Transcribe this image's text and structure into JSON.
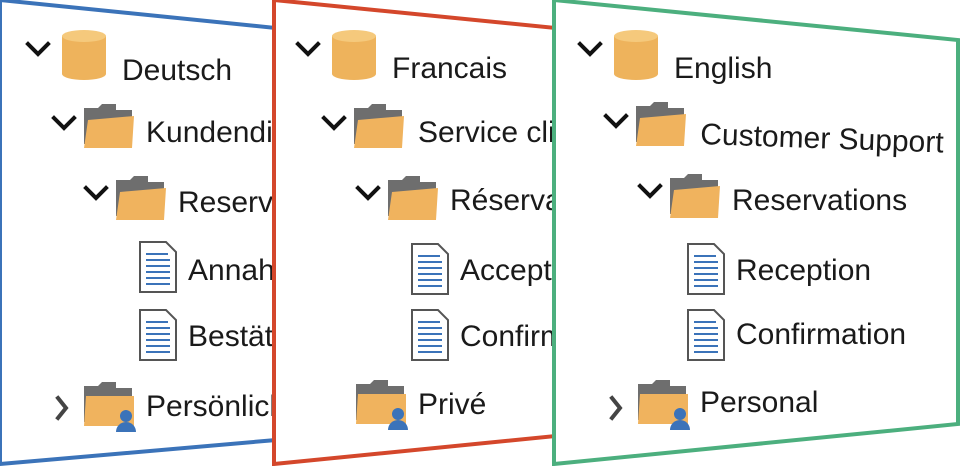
{
  "colors": {
    "frame_de": "#3b73b9",
    "frame_fr": "#d4472b",
    "frame_en": "#4caf7e",
    "folder_front": "#f0b35e",
    "folder_back": "#6e6e6e",
    "database": "#eeb35c",
    "doc_lines": "#3b73b9",
    "user": "#3b73b9"
  },
  "panels": [
    {
      "id": "de",
      "items": [
        {
          "label": "Deutsch",
          "icon": "database-icon",
          "expander": "chevron-down-icon"
        },
        {
          "label": "Kundendienst",
          "icon": "folder-icon",
          "expander": "chevron-down-icon"
        },
        {
          "label": "Reservierungen",
          "icon": "folder-icon",
          "expander": "chevron-down-icon"
        },
        {
          "label": "Annahme",
          "icon": "document-icon",
          "expander": ""
        },
        {
          "label": "Bestätigung",
          "icon": "document-icon",
          "expander": ""
        },
        {
          "label": "Persönlich",
          "icon": "user-folder-icon",
          "expander": "chevron-right-icon"
        }
      ]
    },
    {
      "id": "fr",
      "items": [
        {
          "label": "Francais",
          "icon": "database-icon",
          "expander": "chevron-down-icon"
        },
        {
          "label": "Service client",
          "icon": "folder-icon",
          "expander": "chevron-down-icon"
        },
        {
          "label": "Réservations",
          "icon": "folder-icon",
          "expander": "chevron-down-icon"
        },
        {
          "label": "Acceptation",
          "icon": "document-icon",
          "expander": ""
        },
        {
          "label": "Confirmation",
          "icon": "document-icon",
          "expander": ""
        },
        {
          "label": "Privé",
          "icon": "user-folder-icon",
          "expander": ""
        }
      ]
    },
    {
      "id": "en",
      "items": [
        {
          "label": "English",
          "icon": "database-icon",
          "expander": "chevron-down-icon"
        },
        {
          "label": "Customer Support",
          "icon": "folder-icon",
          "expander": "chevron-down-icon"
        },
        {
          "label": "Reservations",
          "icon": "folder-icon",
          "expander": "chevron-down-icon"
        },
        {
          "label": "Reception",
          "icon": "document-icon",
          "expander": ""
        },
        {
          "label": "Confirmation",
          "icon": "document-icon",
          "expander": ""
        },
        {
          "label": "Personal",
          "icon": "user-folder-icon",
          "expander": "chevron-right-icon"
        }
      ]
    }
  ]
}
